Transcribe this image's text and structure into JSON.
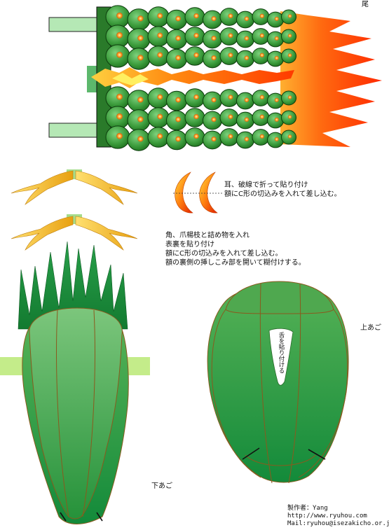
{
  "labels": {
    "tail": "尾",
    "ears_instruction": [
      "耳、破線で折って貼り付け",
      "額にC形の切込みを入れて差し込む。"
    ],
    "horns_instruction": [
      "角、爪楊枝と詰め物を入れ",
      "表裏を貼り付け",
      "額にC形の切込みを入れて差し込む。",
      "額の裏側の挿しこみ部を開いて糊付けする。"
    ],
    "upper_jaw": "上あご",
    "lower_jaw": "下あご",
    "tongue_note": "舌を貼り付ける"
  },
  "credits": [
    "製作者：Yang",
    "http://www.ryuhou.com",
    "Mail:ryuhou@isezakicho.or.jp"
  ],
  "colors": {
    "scale_green": "#3c9a3c",
    "dark_green": "#1e7a32",
    "light_green": "#b5e8b5",
    "flame_orange": "#ff7a1e",
    "flame_red": "#ff3000",
    "horn_yellow": "#f2c030",
    "outline_brown": "#8a5a1e"
  }
}
